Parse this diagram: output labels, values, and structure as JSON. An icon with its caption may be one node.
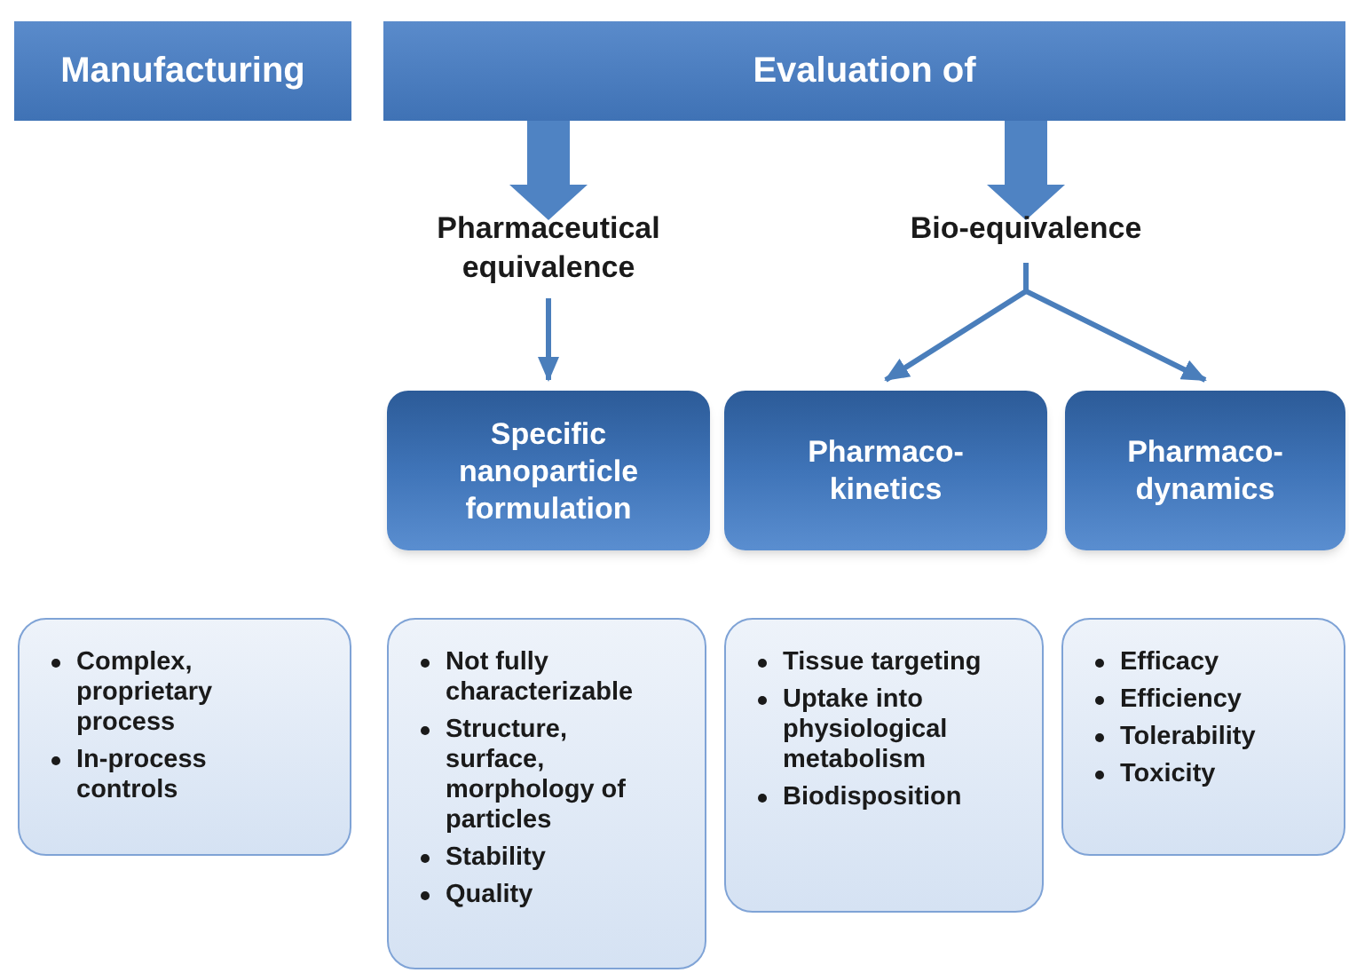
{
  "diagram": {
    "nodes": [
      {
        "text": [
          "Manufacturing"
        ]
      },
      {
        "text": [
          "Evaluation of"
        ]
      },
      {
        "text": [
          "Pharmaceutical equivalence"
        ]
      },
      {
        "text": [
          "Bio-equivalence"
        ]
      },
      {
        "text": [
          "Specific nanoparticle formulation"
        ]
      },
      {
        "text": [
          "Pharmaco-kinetics"
        ]
      },
      {
        "text": [
          "Pharmaco-dynamics"
        ]
      },
      {
        "text": [
          "Complex, proprietary process",
          "In-process controls"
        ]
      },
      {
        "text": [
          "Not fully characterizable",
          "Structure, surface, morphology of particles",
          "Stability",
          "Quality"
        ]
      },
      {
        "text": [
          "Tissue targeting",
          "Uptake into physiological metabolism",
          "Biodisposition"
        ]
      },
      {
        "text": [
          "Efficacy",
          "Efficiency",
          "Tolerability",
          "Toxicity"
        ]
      }
    ],
    "edges": [
      {
        "from": 1,
        "to": 2,
        "arrow": "to",
        "style": "thick"
      },
      {
        "from": 1,
        "to": 3,
        "arrow": "to",
        "style": "thick"
      },
      {
        "from": 2,
        "to": 4,
        "arrow": "to"
      },
      {
        "from": 3,
        "to": 5,
        "arrow": "to"
      },
      {
        "from": 3,
        "to": 6,
        "arrow": "to"
      }
    ]
  }
}
